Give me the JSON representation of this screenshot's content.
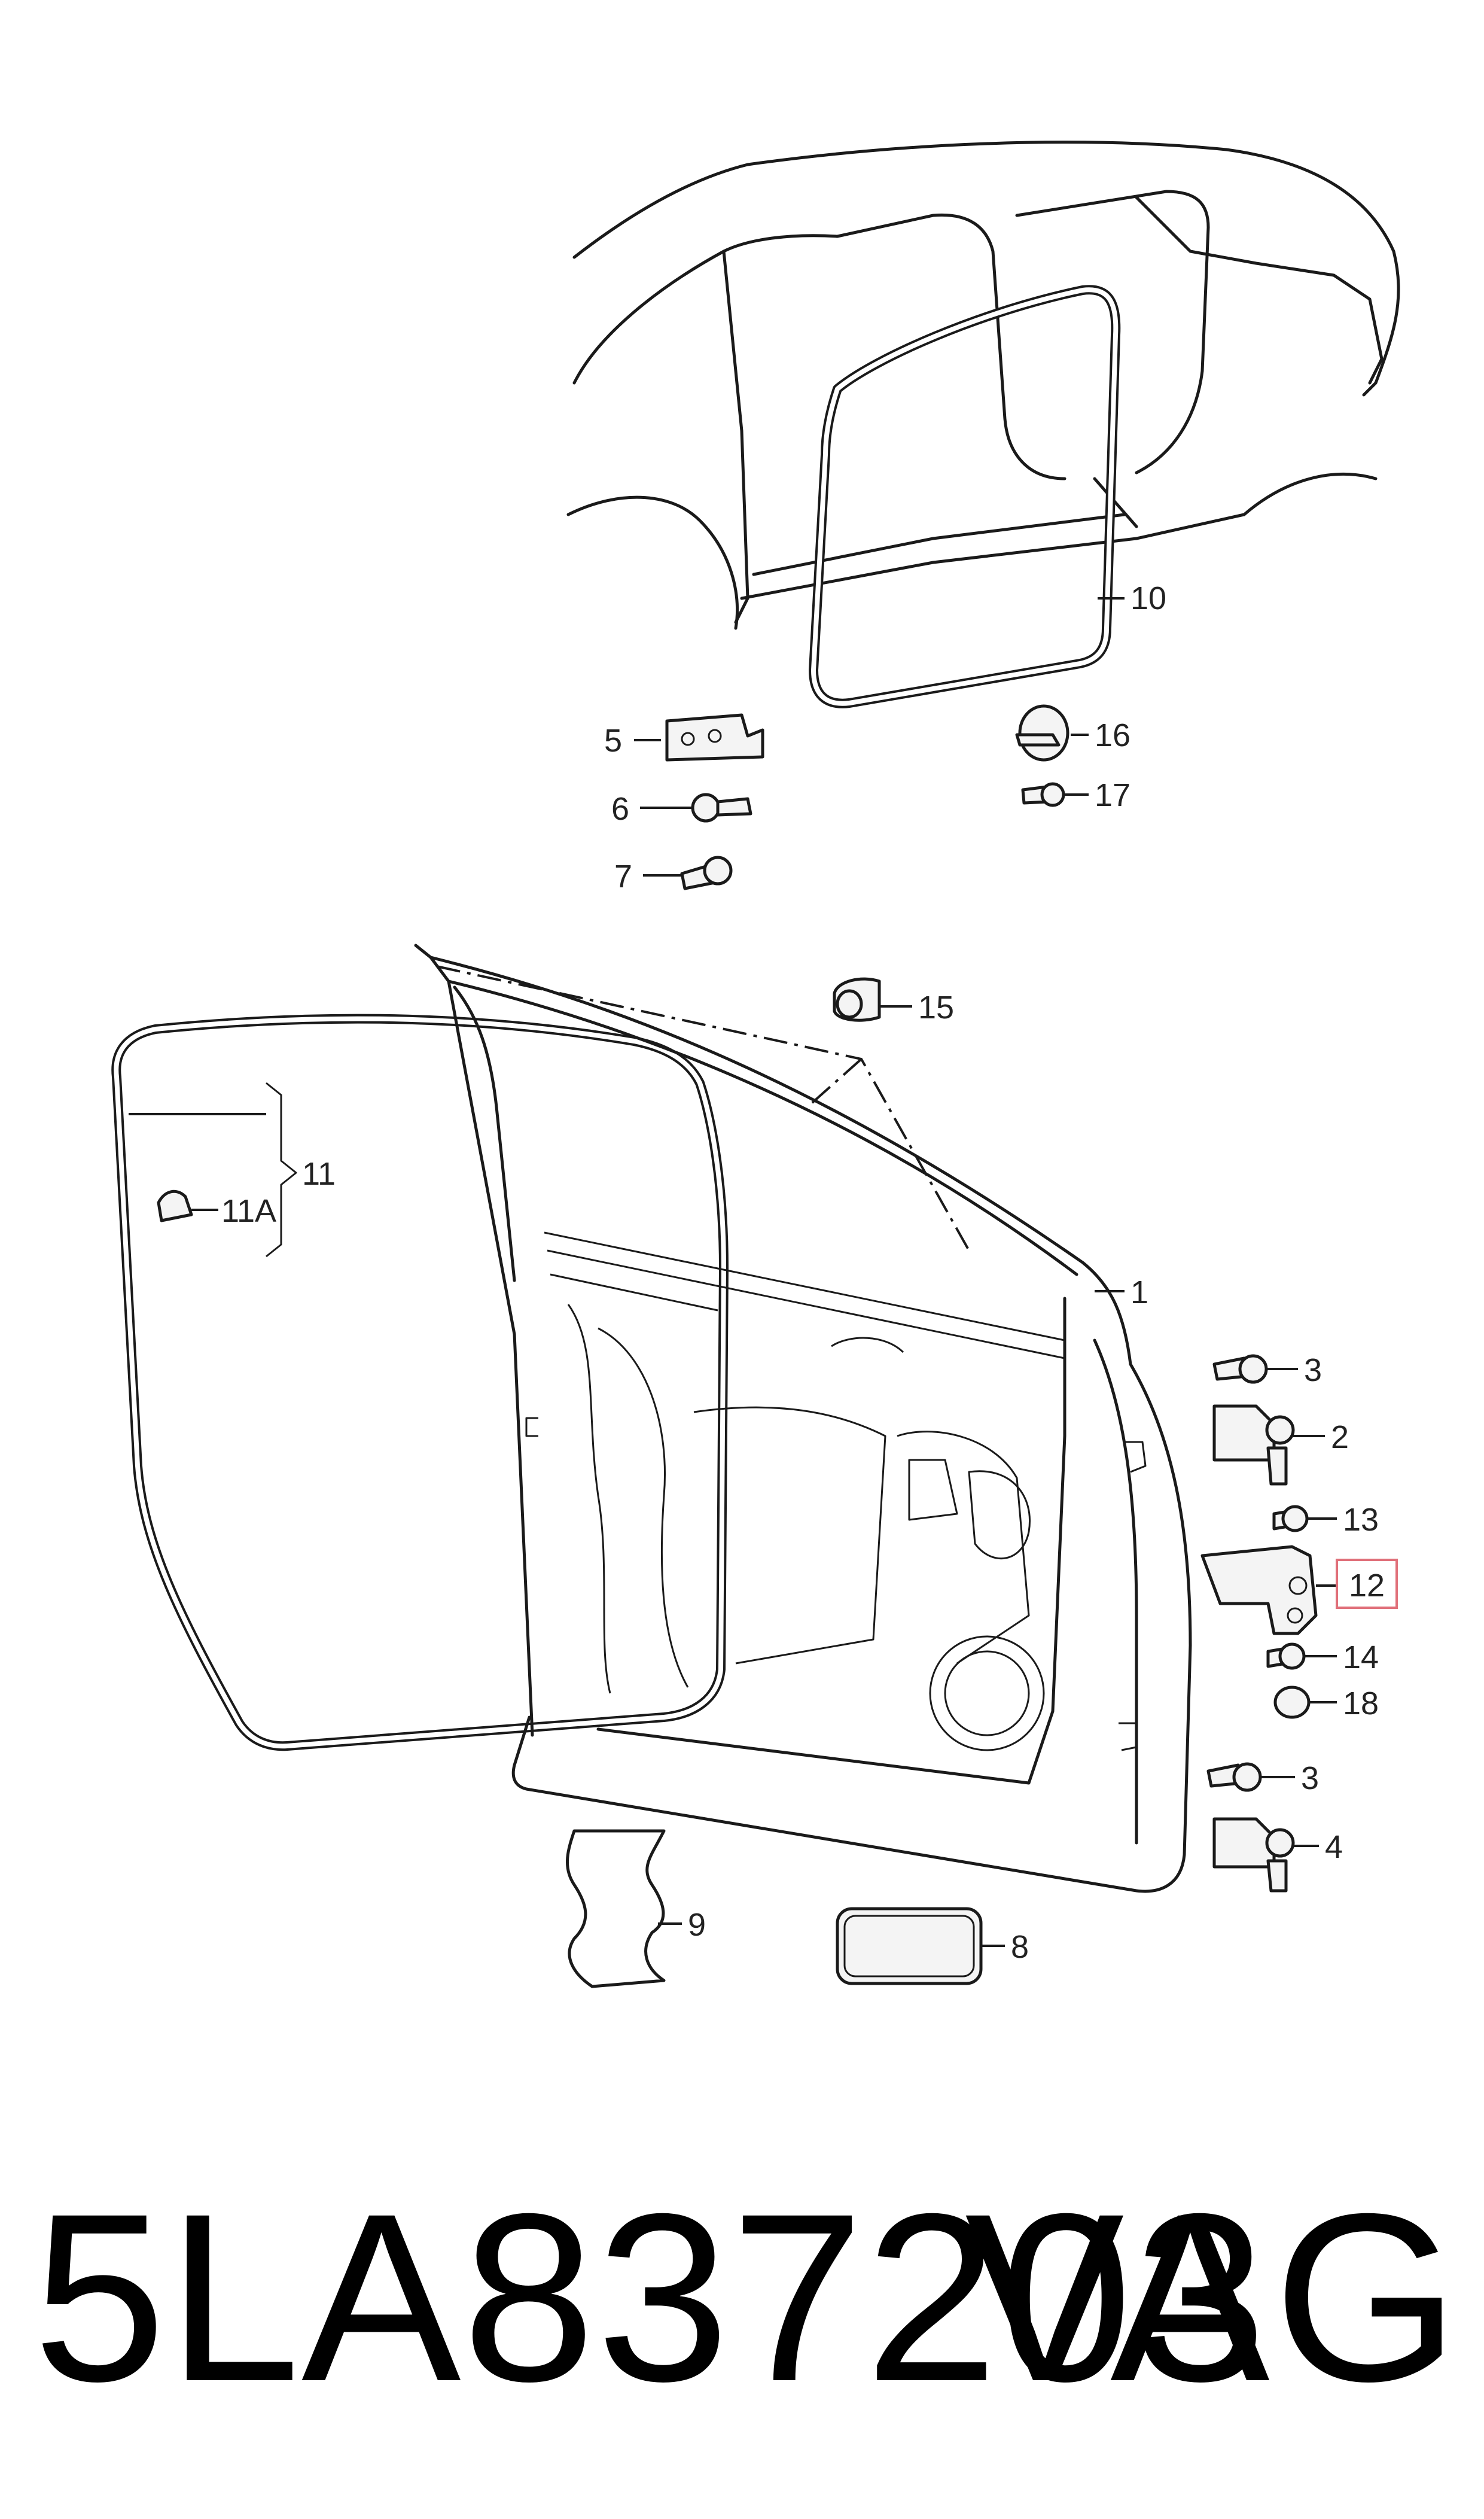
{
  "callouts": [
    {
      "id": "c1",
      "label": "1"
    },
    {
      "id": "c2",
      "label": "2"
    },
    {
      "id": "c3a",
      "label": "3"
    },
    {
      "id": "c3b",
      "label": "3"
    },
    {
      "id": "c4",
      "label": "4"
    },
    {
      "id": "c5",
      "label": "5"
    },
    {
      "id": "c6",
      "label": "6"
    },
    {
      "id": "c7",
      "label": "7"
    },
    {
      "id": "c8",
      "label": "8"
    },
    {
      "id": "c9",
      "label": "9"
    },
    {
      "id": "c10",
      "label": "10"
    },
    {
      "id": "c11",
      "label": "11"
    },
    {
      "id": "c11a",
      "label": "11A"
    },
    {
      "id": "c12",
      "label": "12",
      "highlighted": true
    },
    {
      "id": "c13",
      "label": "13"
    },
    {
      "id": "c14",
      "label": "14"
    },
    {
      "id": "c15",
      "label": "15"
    },
    {
      "id": "c16",
      "label": "16"
    },
    {
      "id": "c17",
      "label": "17"
    },
    {
      "id": "c18",
      "label": "18"
    }
  ],
  "footer": {
    "part_number": "5LA837203",
    "brand": "VAG"
  },
  "colors": {
    "line": "#1a1a1a",
    "highlight_border": "#e0707a",
    "background": "#ffffff"
  }
}
